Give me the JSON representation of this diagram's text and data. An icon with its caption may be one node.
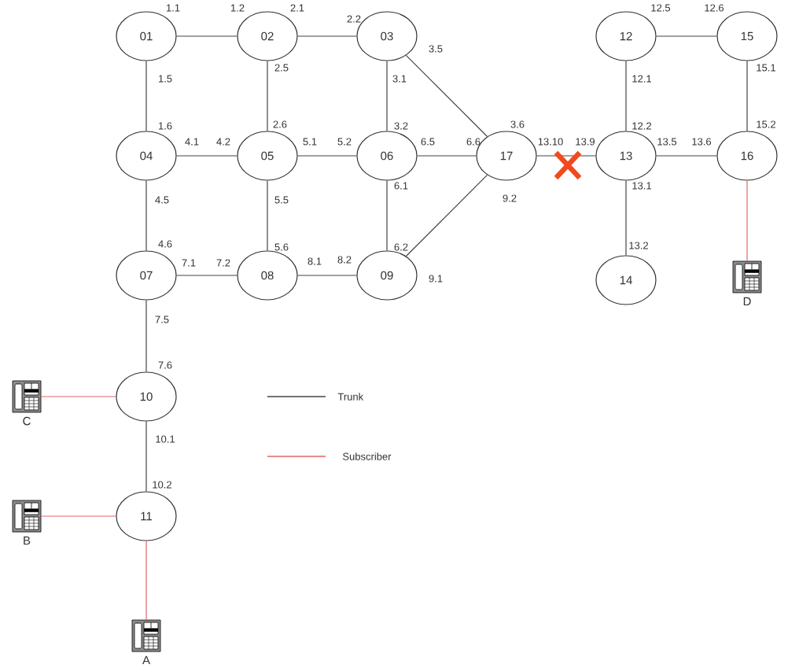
{
  "diagram": {
    "nodes": [
      {
        "text": [
          "01"
        ]
      },
      {
        "text": [
          "02"
        ]
      },
      {
        "text": [
          "03"
        ]
      },
      {
        "text": [
          "12"
        ]
      },
      {
        "text": [
          "15"
        ]
      },
      {
        "text": [
          "04"
        ]
      },
      {
        "text": [
          "05"
        ]
      },
      {
        "text": [
          "06"
        ]
      },
      {
        "text": [
          "17"
        ]
      },
      {
        "text": [
          "13"
        ]
      },
      {
        "text": [
          "16"
        ]
      },
      {
        "text": [
          "07"
        ]
      },
      {
        "text": [
          "08"
        ]
      },
      {
        "text": [
          "09"
        ]
      },
      {
        "text": [
          "14"
        ]
      },
      {
        "text": [],
        "shape": "picture",
        "beside": [
          "D"
        ]
      },
      {
        "text": [],
        "shape": "picture",
        "beside": [
          "C"
        ]
      },
      {
        "text": [
          "10"
        ]
      },
      {
        "text": [],
        "shape": "picture",
        "beside": [
          "B"
        ]
      },
      {
        "text": [
          "11"
        ]
      },
      {
        "text": [],
        "shape": "picture",
        "beside": [
          "A"
        ]
      }
    ],
    "edges": [
      {
        "from": 0,
        "to": 1,
        "arrow": "none"
      },
      {
        "from": 1,
        "to": 2,
        "arrow": "none"
      },
      {
        "from": 0,
        "to": 5,
        "arrow": "none"
      },
      {
        "from": 1,
        "to": 6,
        "arrow": "none"
      },
      {
        "from": 2,
        "to": 7,
        "arrow": "none"
      },
      {
        "from": 2,
        "to": 8,
        "arrow": "none"
      },
      {
        "from": 3,
        "to": 4,
        "arrow": "none"
      },
      {
        "from": 3,
        "to": 9,
        "arrow": "none"
      },
      {
        "from": 4,
        "to": 10,
        "arrow": "none"
      },
      {
        "from": 5,
        "to": 6,
        "arrow": "none"
      },
      {
        "from": 6,
        "to": 7,
        "arrow": "none"
      },
      {
        "from": 7,
        "to": 8,
        "arrow": "none"
      },
      {
        "from": 8,
        "to": 9,
        "arrow": "none"
      },
      {
        "from": 9,
        "to": 10,
        "arrow": "none"
      },
      {
        "from": 5,
        "to": 11,
        "arrow": "none"
      },
      {
        "from": 6,
        "to": 12,
        "arrow": "none"
      },
      {
        "from": 7,
        "to": 13,
        "arrow": "none"
      },
      {
        "from": 8,
        "to": 13,
        "arrow": "none"
      },
      {
        "from": 9,
        "to": 14,
        "arrow": "none"
      },
      {
        "from": 11,
        "to": 12,
        "arrow": "none"
      },
      {
        "from": 12,
        "to": 13,
        "arrow": "none"
      },
      {
        "from": 10,
        "to": 15,
        "arrow": "none",
        "color": "#e06666"
      },
      {
        "from": 11,
        "to": 17,
        "arrow": "none"
      },
      {
        "from": 17,
        "to": 16,
        "arrow": "none",
        "color": "#e06666"
      },
      {
        "from": 17,
        "to": 19,
        "arrow": "none"
      },
      {
        "from": 19,
        "to": 18,
        "arrow": "none",
        "color": "#e06666"
      },
      {
        "from": 19,
        "to": 20,
        "arrow": "none",
        "color": "#e06666"
      }
    ],
    "labels": [
      "1.1",
      "1.2",
      "2.1",
      "12.5",
      "12.6",
      "2.2",
      "3.5",
      "1.5",
      "2.5",
      "3.1",
      "12.1",
      "15.1",
      "1.6",
      "2.6",
      "3.2",
      "3.6",
      "12.2",
      "15.2",
      "4.1",
      "4.2",
      "5.1",
      "5.2",
      "6.5",
      "6.6",
      "13.10",
      "13.9",
      "13.5",
      "13.6",
      "6.1",
      "13.1",
      "4.5",
      "5.5",
      "9.2",
      "4.6",
      "5.6",
      "6.2",
      "13.2",
      "7.1",
      "7.2",
      "8.1",
      "8.2",
      "9.1",
      "7.5",
      "7.6",
      "10.1",
      "10.2"
    ],
    "legend": [
      {
        "text": "Trunk"
      },
      {
        "text": "Subscriber"
      }
    ]
  }
}
